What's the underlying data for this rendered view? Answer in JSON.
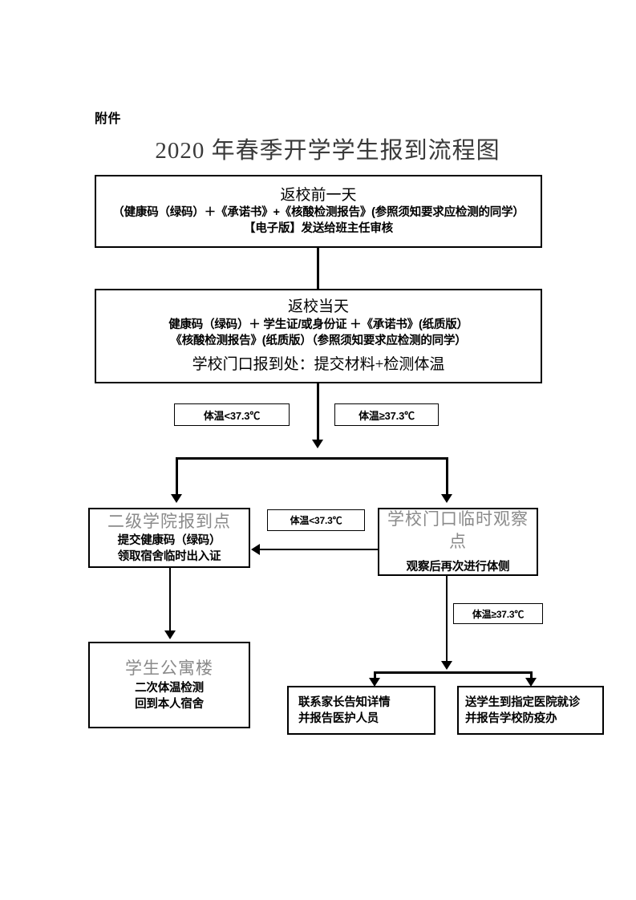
{
  "document": {
    "attachment_label": "附件",
    "title": "2020 年春季开学学生报到流程图"
  },
  "nodes": {
    "pre_return": {
      "heading": "返校前一天",
      "line1": "（健康码（绿码）＋《承诺书》+《核酸检测报告》(参照须知要求应检测的同学）",
      "line2": "【电子版】发送给班主任审核"
    },
    "return_day": {
      "heading": "返校当天",
      "line1": "健康码（绿码）＋ 学生证/或身份证 ＋《承诺书》(纸质版）",
      "line2": "《核酸检测报告》(纸质版）（参照须知要求应检测的同学）",
      "line3": "学校门口报到处：提交材料+检测体温"
    },
    "college_point": {
      "heading": "二级学院报到点",
      "line1": "提交健康码（绿码）",
      "line2": "领取宿舍临时出入证"
    },
    "observation_point": {
      "heading": "学校门口临时观察点",
      "line1": "观察后再次进行体侧"
    },
    "dormitory": {
      "heading": "学生公寓楼",
      "line1": "二次体温检测",
      "line2": "回到本人宿舍"
    },
    "notify_parent": {
      "line1": "联系家长告知详情",
      "line2": "并报告医护人员"
    },
    "hospital": {
      "line1": "送学生到指定医院就诊",
      "line2": "并报告学校防疫办"
    }
  },
  "labels": {
    "temp_low_top": "体温<37.3℃",
    "temp_high_top": "体温≥37.3℃",
    "temp_low_mid": "体温<37.3℃",
    "temp_high_mid": "体温≥37.3℃"
  },
  "colors": {
    "line": "#000000",
    "gray_heading": "#8a8a8a",
    "title": "#3a3a3a",
    "background": "#ffffff"
  }
}
